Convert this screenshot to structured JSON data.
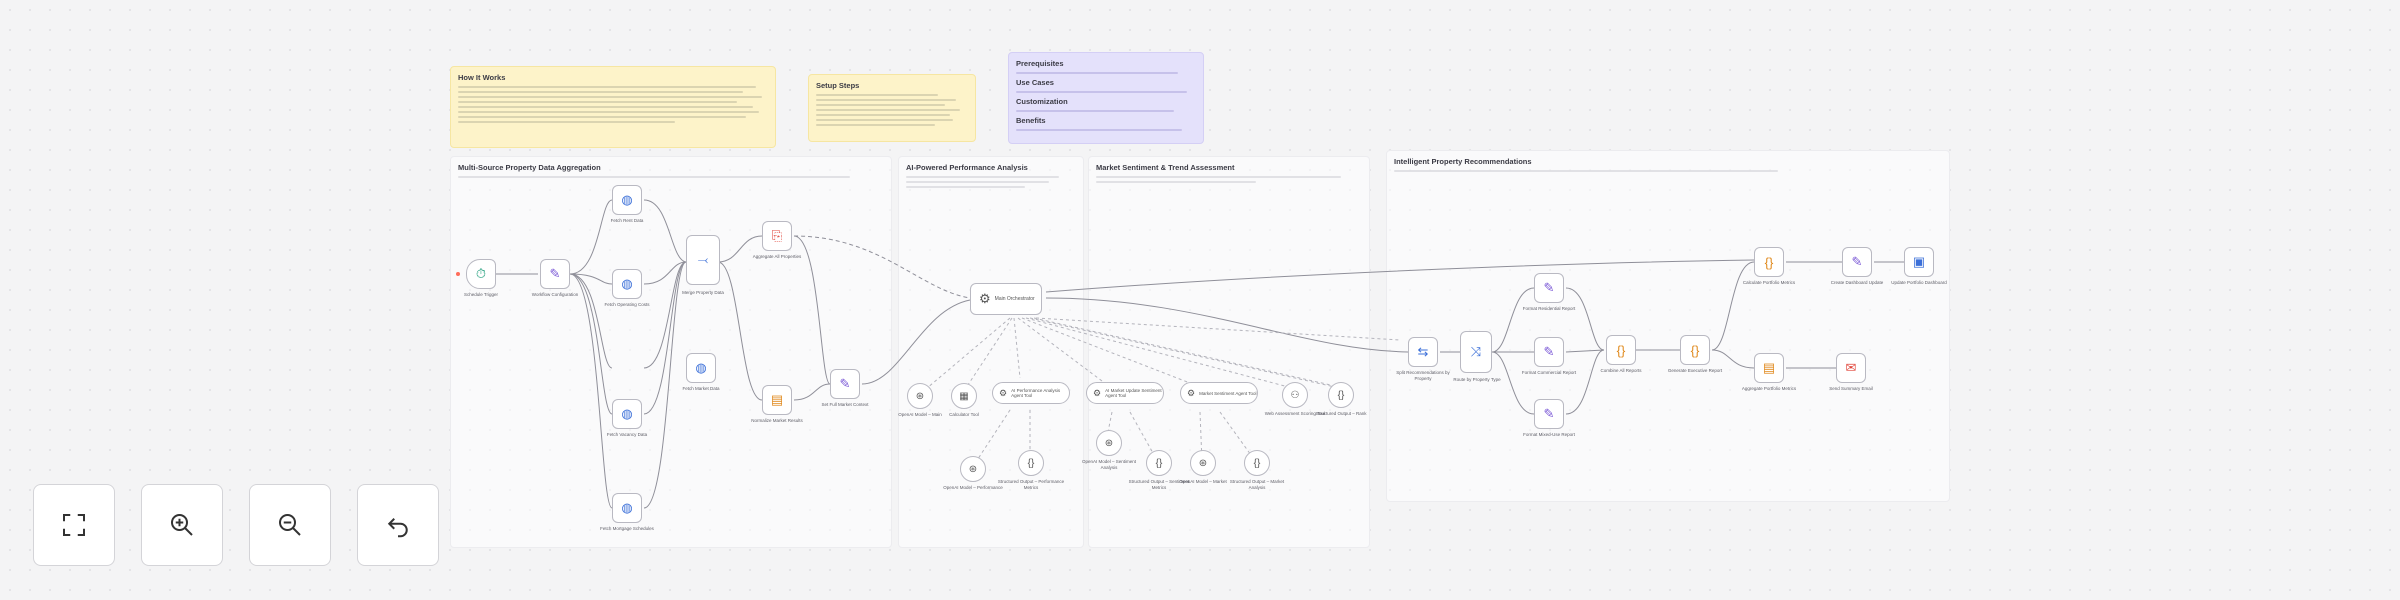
{
  "notes": {
    "how_it_works": "How It Works",
    "setup_steps": "Setup Steps",
    "prerequisites": "Prerequisites",
    "use_cases": "Use Cases",
    "customization": "Customization",
    "benefits": "Benefits"
  },
  "sections": {
    "aggregation": "Multi-Source Property Data Aggregation",
    "performance": "AI-Powered Performance Analysis",
    "sentiment": "Market Sentiment & Trend Assessment",
    "recommendations": "Intelligent Property Recommendations"
  },
  "nodes": {
    "schedule_trigger": "Schedule Trigger",
    "workflow_config": "Workflow Configuration",
    "fetch_1": "Fetch Rent Data",
    "fetch_2": "Fetch Operating Costs",
    "fetch_3": "Fetch Market Data",
    "fetch_4": "Fetch Vacancy Data",
    "fetch_5": "Fetch Mortgage Schedules",
    "merge": "Merge Property Data",
    "aggregate": "Aggregate All Properties",
    "normalize": "Normalize Market Results",
    "set_analysis": "Set Full Market Context",
    "agent": "Main Orchestrator",
    "tool_openai_main": "OpenAI Model – Main",
    "tool_parser_main": "Calculator Tool",
    "agent_perf": "AI Performance Analysis Agent Tool",
    "tool_openai_perf": "OpenAI Model – Performance",
    "tool_struct_perf": "Structured Output – Performance Metrics",
    "agent_sent": "AI Market Update Sentiment Agent Tool",
    "tool_openai_sent": "OpenAI Model – Sentiment Analysis",
    "tool_struct_sent": "Structured Output – Sentiment Metrics",
    "agent_trend": "Market Sentiment Agent Tool",
    "tool_openai_trend": "OpenAI Model – Market",
    "tool_struct_trend": "Structured Output – Market Analysis",
    "tool_web": "Web Assessment Scoring Tool",
    "tool_struct_main": "Structured Output – Rank",
    "split": "Split Recommendations by Property",
    "route": "Route by Property Type",
    "prep_a": "Format Residential Report",
    "prep_b": "Format Commercial Report",
    "prep_c": "Format Mixed-Use Report",
    "combine": "Combine All Reports",
    "generate_report": "Generate Executive Report",
    "calc_metrics": "Calculate Portfolio Metrics",
    "create_update": "Create Dashboard Update",
    "update_dash": "Update Portfolio Dashboard",
    "agg_metrics": "Aggregate Portfolio Metrics",
    "send_email": "Send Summary Email",
    "agent_word": "Main Orchestrator"
  },
  "controls": {
    "fit": "fit-view",
    "zoom_in": "zoom-in",
    "zoom_out": "zoom-out",
    "undo": "undo"
  },
  "colors": {
    "note_yellow": "#fdf3c9",
    "note_purple": "#e4e1fb",
    "edge": "#8f8f99",
    "trigger_red": "#ff6d5a"
  }
}
